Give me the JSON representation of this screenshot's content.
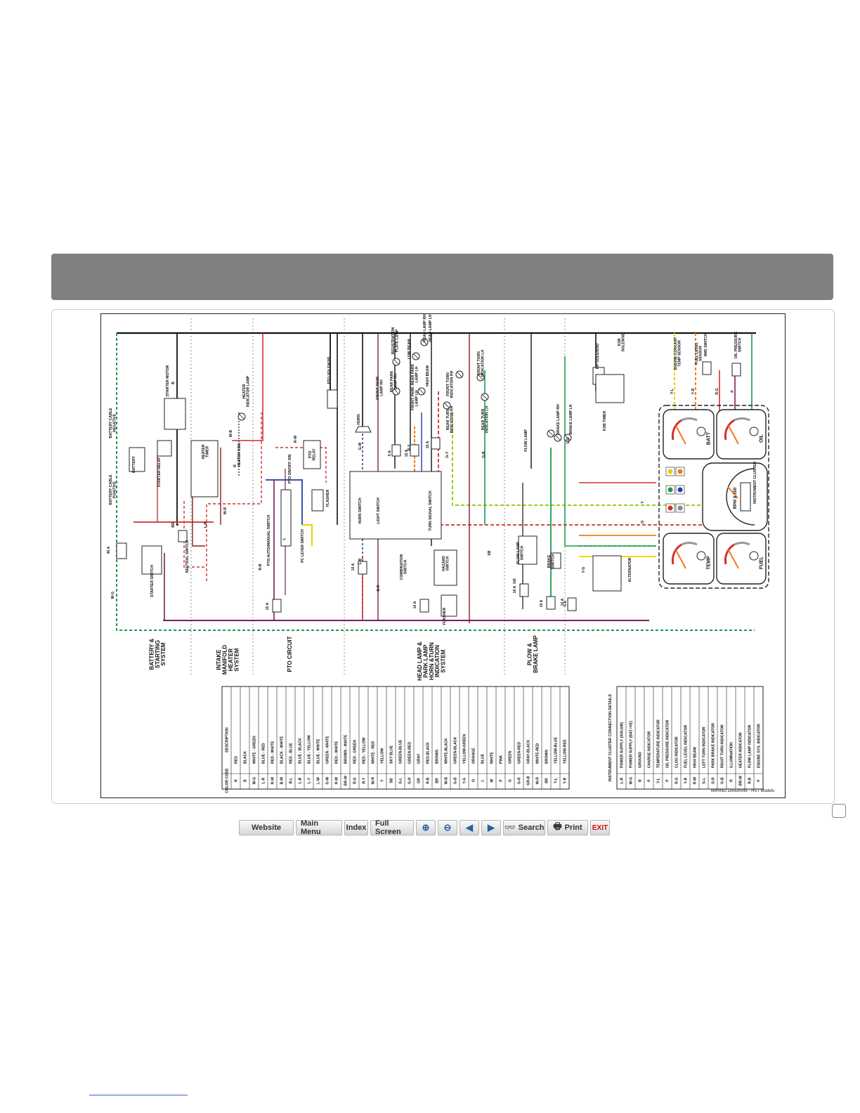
{
  "sections": [
    "BATTERY  &\nSTARTING\nSYSTEM",
    "INTAKE\nMANIFOLD\nHEATER\nSYSTEM",
    "PTO CIRCUIT",
    "HEAD LAMP &\nPARK LAMP\nHORN &TURN\nINDICATION\nSYSTEM",
    "PLOW &\nBRAKE LAMP"
  ],
  "components": [
    "BATTERY",
    "BATTERY CABLE\nPOSITIVE",
    "BATTERY CABLE\nNEGATIVE",
    "STARTER RELAY",
    "STARTER MOTOR",
    "STARTER SWITCH",
    "NEUTRAL SWITCH",
    "HEATER\nTIMER",
    "HEATER COIL",
    "HEATER\nINDICATOR LAMP",
    "PTO SOLENOID",
    "PTO\nRELAY",
    "FLASHER",
    "PTO ON/OFF SW.",
    "PTO AUTO/MANUAL SWITCH",
    "PC LEVER SWITCH",
    "HORN",
    "HORN SWITCH",
    "LIGHT SWITCH",
    "TURN SIGNAL SWITCH",
    "COMBINATION\nSWITCH",
    "HAZARD\nSWITCH",
    "FLASHER",
    "PLOW LAMP\nSWITCH",
    "BRAKE\nSWITCH",
    "PLOW LAMP",
    "BRAKE LAMP RH",
    "BRAKE LAMP LH",
    "FIP SOLENOID",
    "KSB\nSOLENOID",
    "KSB TIMER",
    "ENGINE COOLANT\nTEMP SENSOR",
    "FUEL LEVEL\nSENSOR",
    "4WD SWITCH",
    "OIL PRESSURE\nSWITCH",
    "ALTERNATOR",
    "INSTRUMENT CLUSTER",
    "REAR PARK\nLAMP RH",
    "REAR PARK\nLAMP LH",
    "FRONT PARK\nLAMP RH",
    "FRONT PARK\nLAMP LH",
    "REGISTRATION\nPLATE LAMP",
    "LOW BEAM",
    "HEAD LAMP RH",
    "HEAD LAMP LH",
    "HIGH BEAM",
    "FRONT TURN\nINDICATION RH",
    "REAR TURN\nINDICATION RH",
    "FRONT TURN\nINDICATION LH",
    "REAR TURN\nINDICATION LH"
  ],
  "fuses": [
    "40 A",
    "15 A",
    "10 A",
    "5 A",
    "15 A",
    "15 A",
    "10 A",
    "10 A",
    "10 A",
    "10 A",
    "5 A"
  ],
  "gauges": [
    "BATT",
    "OIL",
    "TEMP",
    "FUEL",
    "RPM X 100"
  ],
  "wire_labels": [
    "B",
    "BR",
    "R",
    "R-W",
    "W-R",
    "L-R",
    "R-B",
    "W-G",
    "W-B",
    "G-W",
    "L-B",
    "B-R",
    "R-Y",
    "G-Y",
    "G-B",
    "Y-L",
    "Y-R",
    "R-G",
    "P",
    "Y",
    "O",
    "GR",
    "SB",
    "G-R",
    "Y-G",
    "L"
  ],
  "color_code_table": {
    "headers": [
      "COLOR CODE",
      "DESCRIPTION"
    ],
    "rows": [
      [
        "R",
        "RED"
      ],
      [
        "B",
        "BLACK"
      ],
      [
        "W-G",
        "WHITE - GREEN"
      ],
      [
        "L-R",
        "BLUE - RED"
      ],
      [
        "R-W",
        "RED - WHITE"
      ],
      [
        "B-W",
        "BLACK - WHITE"
      ],
      [
        "R-L",
        "RED - BLUE"
      ],
      [
        "L-B",
        "BLUE - BLACK"
      ],
      [
        "L-Y",
        "BLUE - YELLOW"
      ],
      [
        "L-W",
        "BLUE - WHITE"
      ],
      [
        "G-W",
        "GREEN - WHITE"
      ],
      [
        "R-W",
        "RED - WHITE"
      ],
      [
        "BR-W",
        "BROWN - WHITE"
      ],
      [
        "R-G",
        "RED - GREEN"
      ],
      [
        "R-Y",
        "RED - YELLOW"
      ],
      [
        "W-R",
        "WHITE - RED"
      ],
      [
        "Y",
        "YELLOW"
      ],
      [
        "SB",
        "SKY BLUE"
      ],
      [
        "G-L",
        "GREEN-BLUE"
      ],
      [
        "G-R",
        "GREEN-RED"
      ],
      [
        "GR",
        "GRAY"
      ],
      [
        "R-B",
        "RED-BLACK"
      ],
      [
        "BR",
        "BROWN"
      ],
      [
        "W-B",
        "WHITE-BLACK"
      ],
      [
        "G-B",
        "GREEN-BLACK"
      ],
      [
        "Y-G",
        "YELLOW-GREEN"
      ],
      [
        "O",
        "ORANGE"
      ],
      [
        "L",
        "BLUE"
      ],
      [
        "W",
        "WHITE"
      ],
      [
        "P",
        "PINK"
      ],
      [
        "G",
        "GREEN"
      ],
      [
        "G-R",
        "GREEN-RED"
      ],
      [
        "GR-B",
        "GRAY-BLACK"
      ],
      [
        "W-R",
        "WHITE-RED"
      ],
      [
        "BR",
        "BROWN"
      ],
      [
        "Y-L",
        "YELLOW-BLUE"
      ],
      [
        "Y-R",
        "YELLOW-RED"
      ]
    ]
  },
  "cluster_table": {
    "title": "INSTRUMENT CLUSTER CONNECTION DETAILS",
    "rows": [
      [
        "L-R",
        "POWER SUPPLY (IGN.SW)"
      ],
      [
        "W-G",
        "POWER SUPPLY (BAT.+VE)"
      ],
      [
        "B",
        "GROUND"
      ],
      [
        "P",
        "CHARGE INDICATOR"
      ],
      [
        "Y-L",
        "TEMPERATURE INDICATOR"
      ],
      [
        "P",
        "OIL PRESSURE INDICATOR"
      ],
      [
        "R-G",
        "CLOG INDICATOR"
      ],
      [
        "Y-R",
        "FUEL LEVEL INDICATOR"
      ],
      [
        "R-W",
        "HIGH BEAM"
      ],
      [
        "G-L",
        "LEFT TURN INDICATOR"
      ],
      [
        "G-R",
        "PARK BRAKE INDICATOR"
      ],
      [
        "G-B",
        "RIGHT TURN INDICATOR"
      ],
      [
        "R",
        "ILLUMINATION"
      ],
      [
        "BR-W",
        "HEATER INDICATOR"
      ],
      [
        "R-B",
        "PLOW LAMP INDICATOR"
      ],
      [
        "P",
        "ENGINE SYS. INDICATOR"
      ]
    ]
  },
  "caption": "WIRING DIAGRAM - HST Models",
  "toolbar": {
    "website": "Website",
    "main_menu": "Main Menu",
    "index": "Index",
    "full_screen": "Full Screen",
    "search": "Search",
    "print": "Print",
    "exit": "EXIT"
  },
  "colors": {
    "banner": "#7f8082",
    "red": "#d32f2f",
    "green": "#1e9a4a",
    "blue": "#1f3fa8",
    "orange": "#f07b1a",
    "yellow": "#e8d300",
    "brown": "#7a3b1f"
  }
}
